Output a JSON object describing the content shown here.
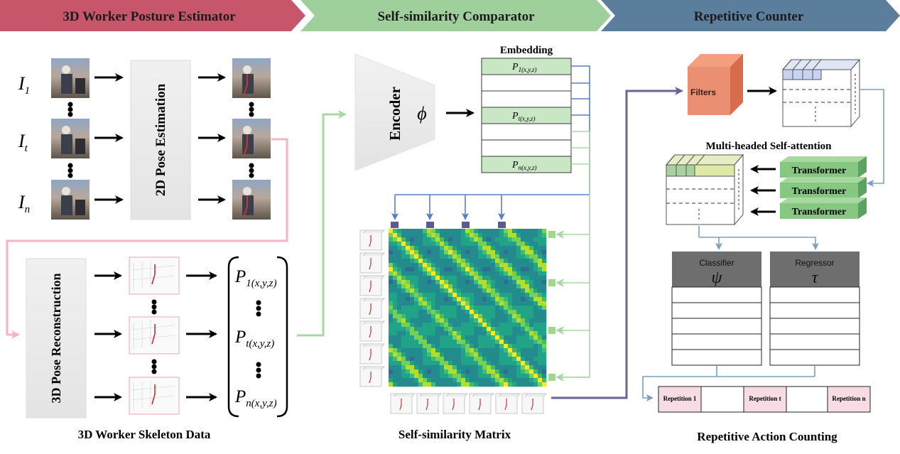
{
  "banners": {
    "posture": "3D Worker Posture Estimator",
    "comparator": "Self-similarity Comparator",
    "counter": "Repetitive Counter"
  },
  "posture": {
    "frame_labels": [
      {
        "base": "I",
        "sub": "1"
      },
      {
        "base": "I",
        "sub": "t"
      },
      {
        "base": "I",
        "sub": "n"
      }
    ],
    "pose_box": "2D Pose Estimation",
    "recon_box": "3D Pose Reconstruction",
    "vector_rows": [
      {
        "base": "P",
        "sub": "1(x,y,z)"
      },
      {
        "base": "P",
        "sub": "t(x,y,z)"
      },
      {
        "base": "P",
        "sub": "n(x,y,z)"
      }
    ],
    "caption": "3D Worker Skeleton Data"
  },
  "comparator": {
    "encoder_label": "Encoder",
    "encoder_symbol": "ϕ",
    "embedding_title": "Embedding",
    "embedding_rows": [
      {
        "base": "P",
        "sub": "1(x,y,z)",
        "highlight": true
      },
      {
        "base": "",
        "sub": "",
        "highlight": false
      },
      {
        "base": "",
        "sub": "",
        "highlight": false
      },
      {
        "base": "P",
        "sub": "t(x,y,z)",
        "highlight": true
      },
      {
        "base": "",
        "sub": "",
        "highlight": false
      },
      {
        "base": "",
        "sub": "",
        "highlight": false
      },
      {
        "base": "P",
        "sub": "n(x,y,z)",
        "highlight": true
      }
    ],
    "caption": "Self-similarity Matrix"
  },
  "counter": {
    "filters_label": "Filters",
    "attention_title": "Multi-headed Self-attention",
    "transformers": [
      "Transformer",
      "Transformer",
      "Transformer"
    ],
    "classifier": {
      "name": "Classifier",
      "symbol": "ψ"
    },
    "regressor": {
      "name": "Regressor",
      "symbol": "τ"
    },
    "repetitions": [
      "Repetition 1",
      "",
      "Repetition t",
      "",
      "Repetition n"
    ],
    "caption": "Repetitive Action Counting"
  },
  "colors": {
    "banner_red": "#c8566a",
    "banner_green": "#9fcf9a",
    "banner_blue": "#5b7e9d",
    "pink_arrow": "#f3b5c0",
    "green_arrow": "#a9d8a5",
    "blue_arrow": "#5b7fc4",
    "purple_arrow": "#6b6496"
  }
}
